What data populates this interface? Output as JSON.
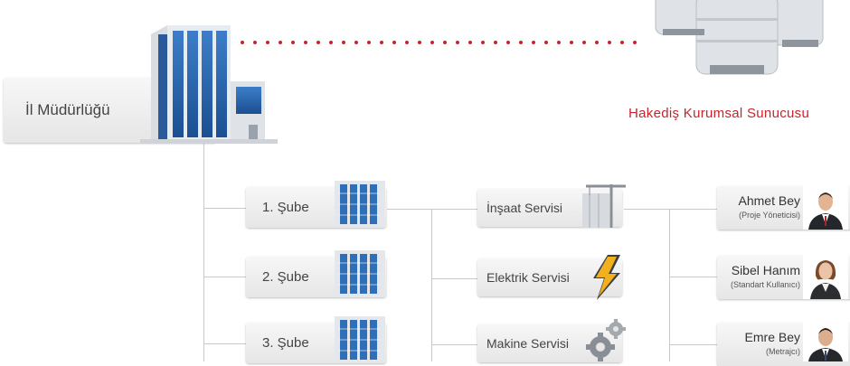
{
  "colors": {
    "accent": "#c8242b",
    "box_bg": "#ececec",
    "connector": "#c9c9c9"
  },
  "headquarters": {
    "label": "İl Müdürlüğü",
    "icon": "office-building-icon"
  },
  "server": {
    "label": "Hakediş Kurumsal Sunucusu",
    "icon": "database-server-icon"
  },
  "branches": [
    {
      "label": "1. Şube",
      "icon": "building-icon"
    },
    {
      "label": "2. Şube",
      "icon": "building-icon"
    },
    {
      "label": "3. Şube",
      "icon": "building-icon"
    }
  ],
  "services": [
    {
      "label": "İnşaat Servisi",
      "icon": "construction-crane-icon"
    },
    {
      "label": "Elektrik Servisi",
      "icon": "lightning-bolt-icon"
    },
    {
      "label": "Makine Servisi",
      "icon": "gears-icon"
    }
  ],
  "people": [
    {
      "name": "Ahmet Bey",
      "role": "(Proje Yöneticisi)",
      "icon": "person-avatar-icon"
    },
    {
      "name": "Sibel Hanım",
      "role": "(Standart Kullanıcı)",
      "icon": "person-avatar-icon"
    },
    {
      "name": "Emre Bey",
      "role": "(Metrajcı)",
      "icon": "person-avatar-icon"
    }
  ]
}
